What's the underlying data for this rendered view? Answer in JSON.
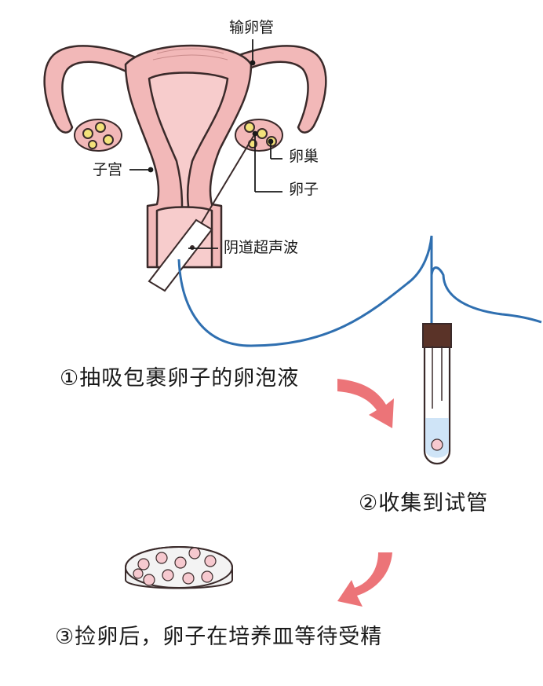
{
  "labels": {
    "fallopian_tube": "输卵管",
    "uterus": "子宫",
    "ovary": "卵巢",
    "egg": "卵子",
    "ultrasound": "阴道超声波"
  },
  "steps": [
    {
      "text": "①抽吸包裹卵子的卵泡液"
    },
    {
      "text": "②收集到试管"
    },
    {
      "text": "③捡卵后，卵子在培养皿等待受精"
    }
  ],
  "colors": {
    "uterus_fill": "#f2b8b8",
    "uterus_inner": "#f7cccc",
    "outline": "#3a2a2a",
    "tubing": "#2f6fb0",
    "arrow": "#ec7478",
    "follicle": "#f3e27a",
    "tube_fluid": "#cfe4f7",
    "stopper": "#5a3328",
    "egg_cell": "#f6c9cf"
  }
}
